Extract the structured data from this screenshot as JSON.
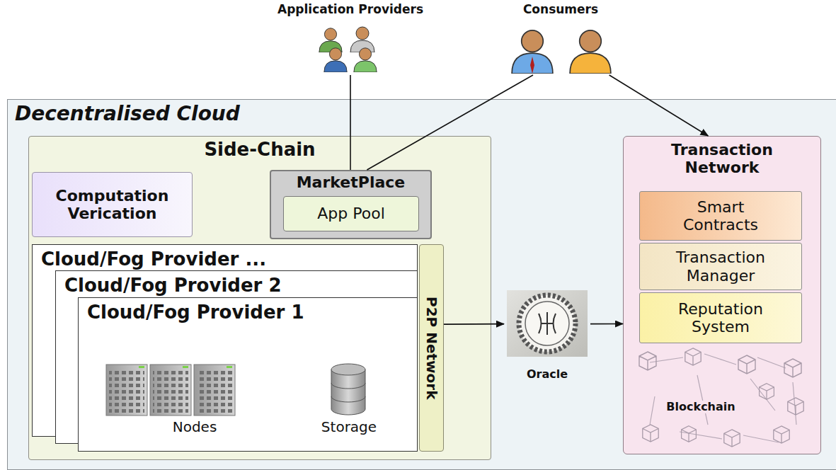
{
  "diagram": {
    "nodes": [
      {
        "text": [
          "Application Providers"
        ]
      },
      {
        "text": [
          "Consumers"
        ]
      },
      {
        "text": [
          "Decentralised Cloud"
        ]
      },
      {
        "text": [
          "Side-Chain"
        ],
        "in": 2
      },
      {
        "text": [
          "Computation Verication"
        ],
        "in": 3
      },
      {
        "text": [
          "MarketPlace"
        ],
        "in": 3
      },
      {
        "text": [
          "App Pool"
        ],
        "in": 5
      },
      {
        "text": [
          "Cloud/Fog Provider ..."
        ],
        "in": 3
      },
      {
        "text": [
          "Cloud/Fog Provider 2"
        ],
        "in": 3
      },
      {
        "text": [
          "Cloud/Fog Provider 1"
        ],
        "in": 3
      },
      {
        "text": [
          "P2P Network"
        ],
        "in": 3
      },
      {
        "text": [
          "Oracle"
        ],
        "in": 2
      },
      {
        "text": [
          "Transaction Network"
        ],
        "in": 2
      },
      {
        "text": [
          "Smart Contracts"
        ],
        "in": 12
      },
      {
        "text": [
          "Transaction Manager"
        ],
        "in": 12
      },
      {
        "text": [
          "Reputation System"
        ],
        "in": 12
      }
    ],
    "edges": [
      {
        "from": 0,
        "to": 5,
        "arrow": "none"
      },
      {
        "from": 1,
        "to": 5,
        "arrow": "none"
      },
      {
        "from": 1,
        "to": 12,
        "arrow": "to"
      },
      {
        "from": 10,
        "to": 11,
        "arrow": "to"
      },
      {
        "from": 11,
        "to": 12,
        "arrow": "to"
      }
    ],
    "labels": [
      "Nodes",
      "Storage",
      "Blockchain"
    ]
  }
}
